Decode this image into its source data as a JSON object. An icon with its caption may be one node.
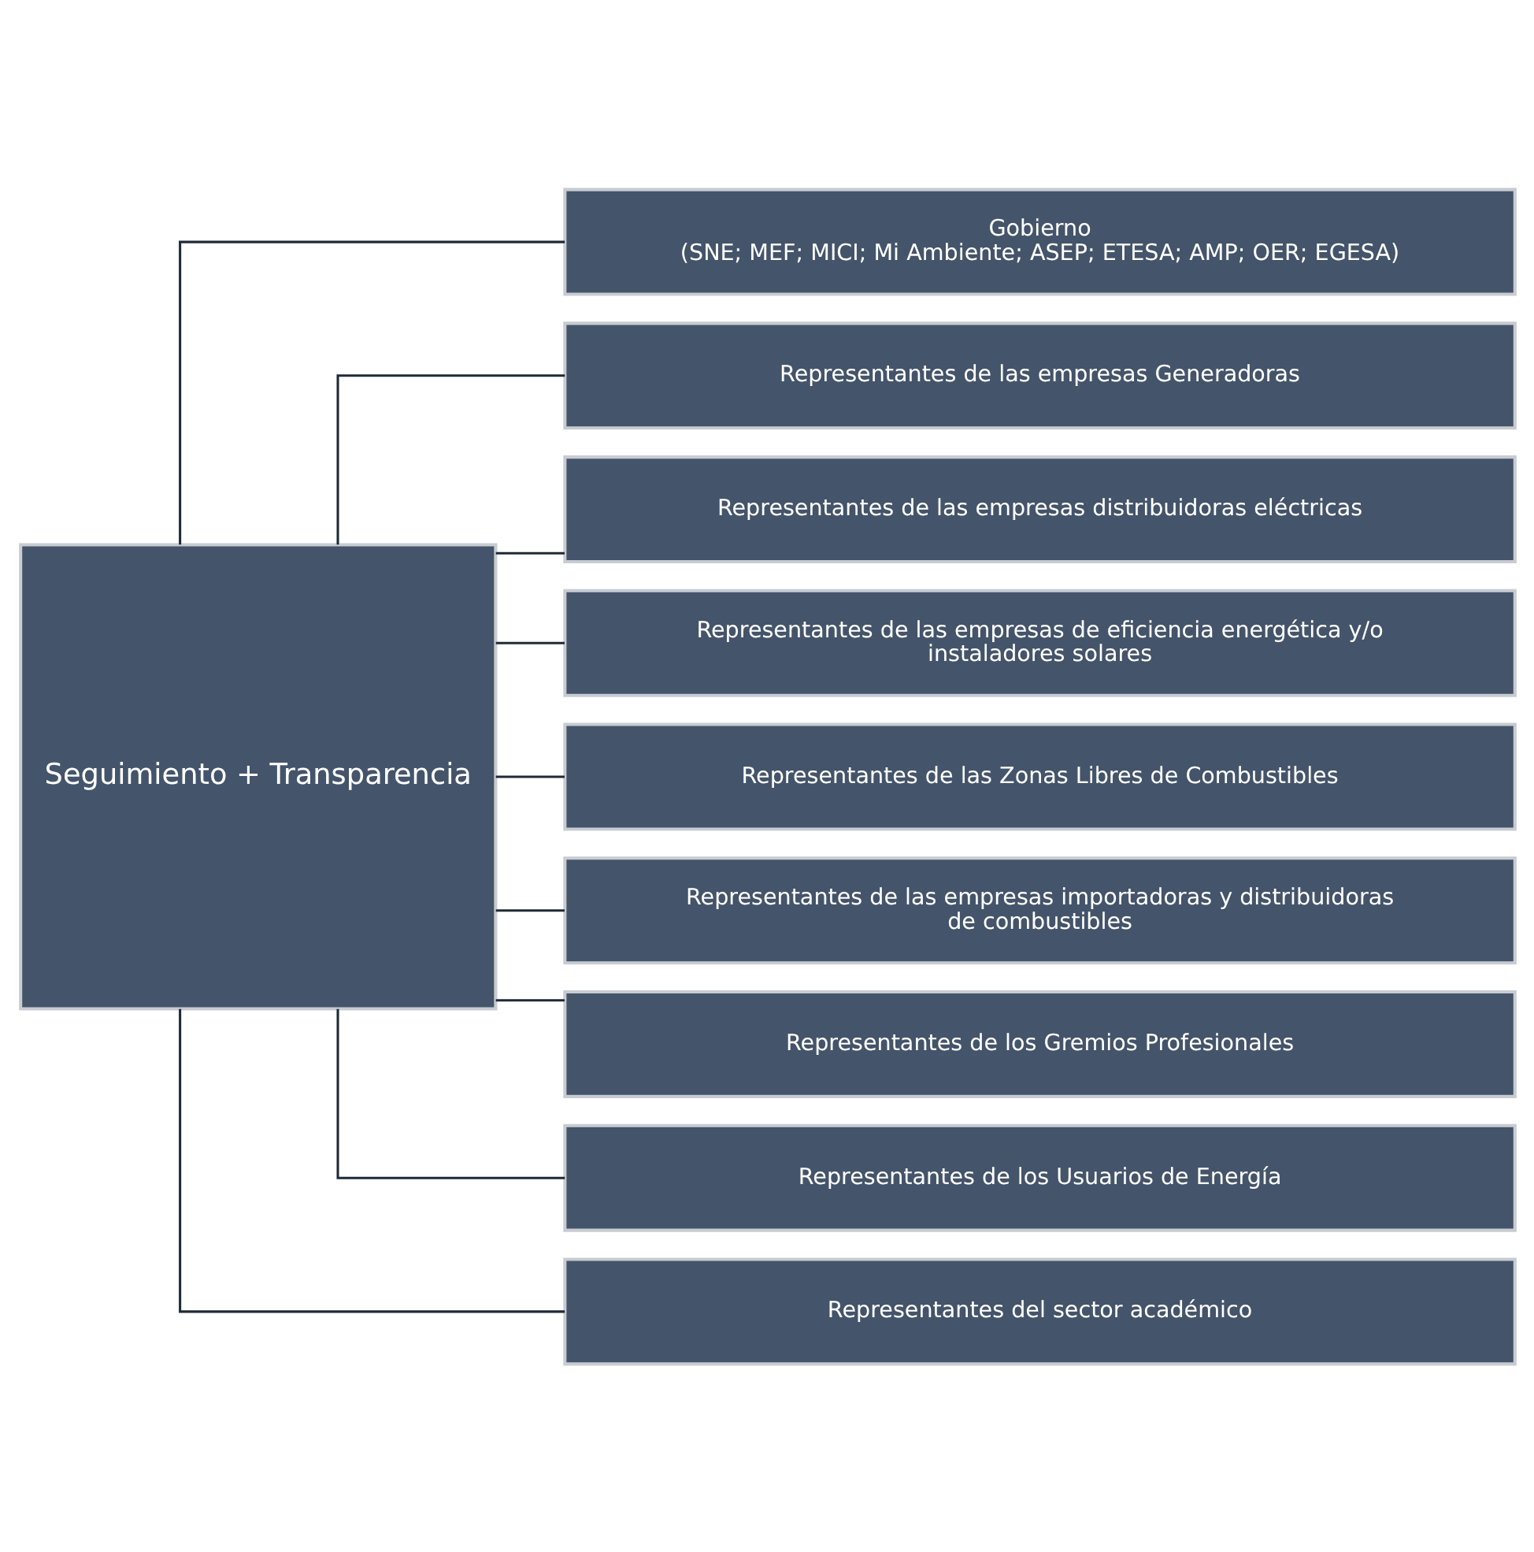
{
  "diagram": {
    "nodes": [
      {
        "text": [
          "Seguimiento + Transparencia"
        ]
      },
      {
        "text": [
          "Gobierno",
          "(SNE; MEF; MICI; Mi Ambiente; ASEP; ETESA; AMP; OER; EGESA)"
        ]
      },
      {
        "text": [
          "Representantes de las empresas Generadoras"
        ]
      },
      {
        "text": [
          "Representantes de las empresas distribuidoras eléctricas"
        ]
      },
      {
        "text": [
          "Representantes de las empresas de eficiencia energética y/o instaladores solares"
        ]
      },
      {
        "text": [
          "Representantes de las Zonas Libres de Combustibles"
        ]
      },
      {
        "text": [
          "Representantes de las empresas importadoras y distribuidoras de combustibles"
        ]
      },
      {
        "text": [
          "Representantes de los Gremios Profesionales"
        ]
      },
      {
        "text": [
          "Representantes de los Usuarios de Energía"
        ]
      },
      {
        "text": [
          "Representantes del sector académico"
        ]
      }
    ],
    "edges": [
      {
        "from": 0,
        "to": 1,
        "arrow": "none"
      },
      {
        "from": 0,
        "to": 2,
        "arrow": "none"
      },
      {
        "from": 0,
        "to": 3,
        "arrow": "none"
      },
      {
        "from": 0,
        "to": 4,
        "arrow": "none"
      },
      {
        "from": 0,
        "to": 5,
        "arrow": "none"
      },
      {
        "from": 0,
        "to": 6,
        "arrow": "none"
      },
      {
        "from": 0,
        "to": 7,
        "arrow": "none"
      },
      {
        "from": 0,
        "to": 8,
        "arrow": "none"
      },
      {
        "from": 0,
        "to": 9,
        "arrow": "none"
      }
    ]
  }
}
